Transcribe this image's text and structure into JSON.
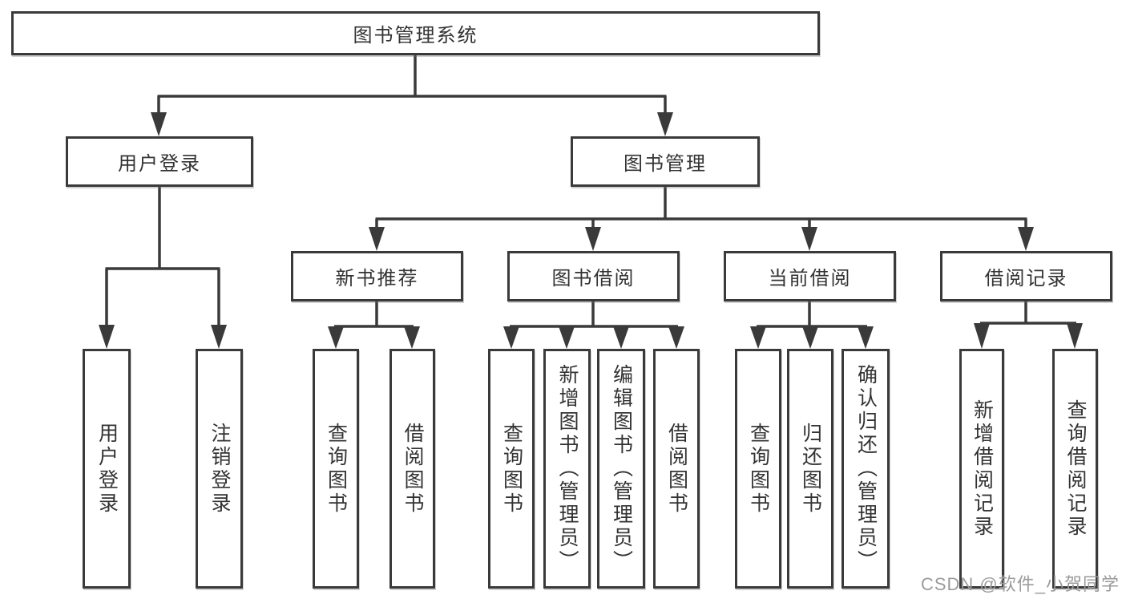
{
  "diagram": {
    "title": "图书管理系统",
    "tree": {
      "label": "图书管理系统",
      "children": [
        {
          "label": "用户登录",
          "children": [
            {
              "label": "用户登录"
            },
            {
              "label": "注销登录"
            }
          ]
        },
        {
          "label": "图书管理",
          "children": [
            {
              "label": "新书推荐",
              "children": [
                {
                  "label": "查询图书"
                },
                {
                  "label": "借阅图书"
                }
              ]
            },
            {
              "label": "图书借阅",
              "children": [
                {
                  "label": "查询图书"
                },
                {
                  "label": "新增图书（管理员）"
                },
                {
                  "label": "编辑图书（管理员）"
                },
                {
                  "label": "借阅图书"
                }
              ]
            },
            {
              "label": "当前借阅",
              "children": [
                {
                  "label": "查询图书"
                },
                {
                  "label": "归还图书"
                },
                {
                  "label": "确认归还（管理员）"
                }
              ]
            },
            {
              "label": "借阅记录",
              "children": [
                {
                  "label": "新增借阅记录"
                },
                {
                  "label": "查询借阅记录"
                }
              ]
            }
          ]
        }
      ]
    }
  },
  "watermark": {
    "text": "CSDN @软件_小贺同学"
  },
  "colors": {
    "line": "#3a3a3a",
    "box_border": "#3a3a3a",
    "text": "#333333",
    "watermark": "#9b9b9b",
    "background": "#ffffff"
  }
}
